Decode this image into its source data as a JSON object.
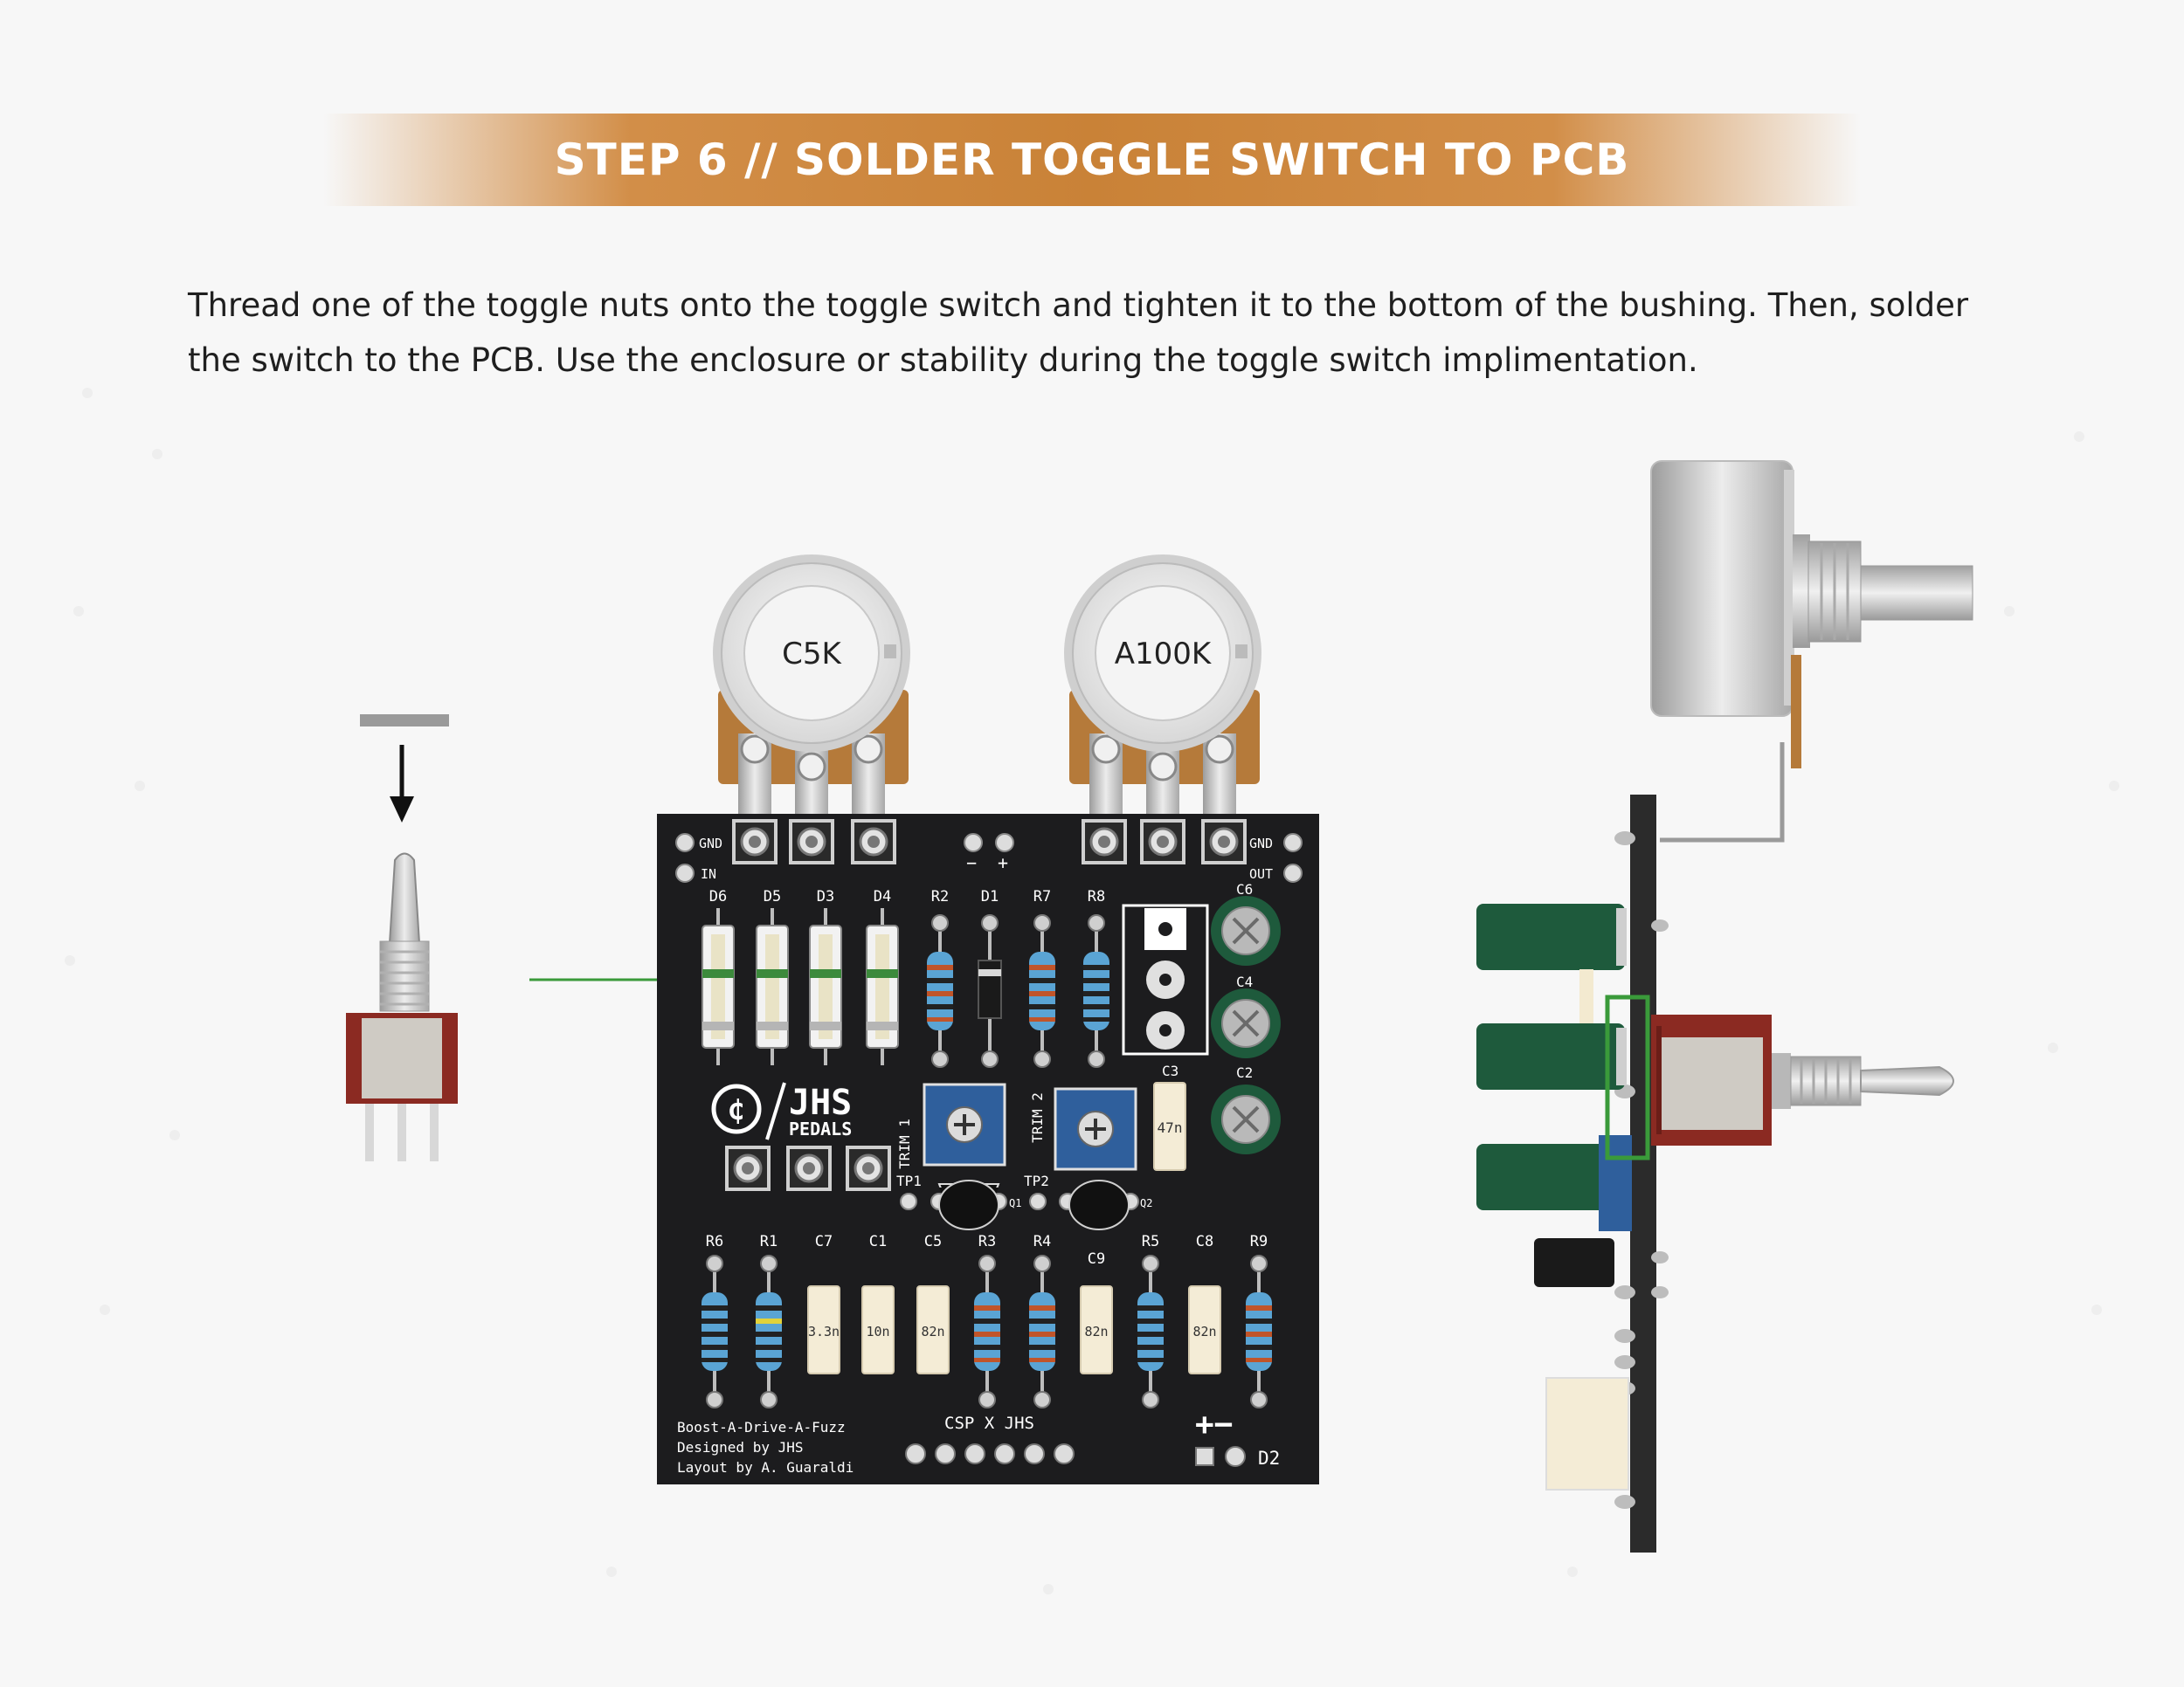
{
  "header": {
    "title": "STEP 6 // SOLDER TOGGLE SWITCH TO PCB"
  },
  "instructions": {
    "line1": "Thread one of the toggle nuts onto the toggle switch and tighten it to the bottom of the bushing. Then, solder",
    "line2": "the switch to the PCB. Use the enclosure or stability during the toggle switch implimentation."
  },
  "pots": {
    "left": "C5K",
    "right": "A100K"
  },
  "pcb": {
    "pads": {
      "gnd_left": "GND",
      "in": "IN",
      "gnd_right": "GND",
      "out": "OUT",
      "minus": "−",
      "plus": "+"
    },
    "top_labels": [
      "D6",
      "D5",
      "D3",
      "D4",
      "R2",
      "D1",
      "R7",
      "R8"
    ],
    "cap_labels": {
      "c6": "C6",
      "c4": "C4",
      "c2": "C2",
      "c3": "C3"
    },
    "c3_value": "47n",
    "trim": {
      "trim1": "TRIM 1",
      "trim2": "TRIM 2"
    },
    "test_points": {
      "tp1": "TP1",
      "tp2": "TP2"
    },
    "transistors": {
      "q1": "Q1",
      "q2": "Q2"
    },
    "logo": {
      "line1": "JHS",
      "line2": "PEDALS"
    },
    "bottom_labels": [
      "R6",
      "R1",
      "C7",
      "C1",
      "C5",
      "R3",
      "R4",
      "C9",
      "R5",
      "C8",
      "R9"
    ],
    "bottom_cap_values": {
      "c7": "3.3n",
      "c1": "10n",
      "c5": "82n",
      "c9": "82n",
      "c8": "82n"
    },
    "credits": [
      "Boost-A-Drive-A-Fuzz",
      "Designed by JHS",
      "Layout by A. Guaraldi"
    ],
    "csp": "CSP X JHS",
    "power_symbol": "+−",
    "d2": "D2"
  },
  "colors": {
    "banner": "#c98237",
    "pcb": "#1c1c1e",
    "capacitor_green": "#1e5a3c",
    "trimpot_blue": "#2f5f9c",
    "guide_line": "#3a9a3a",
    "toggle_body": "#8b2a22"
  }
}
